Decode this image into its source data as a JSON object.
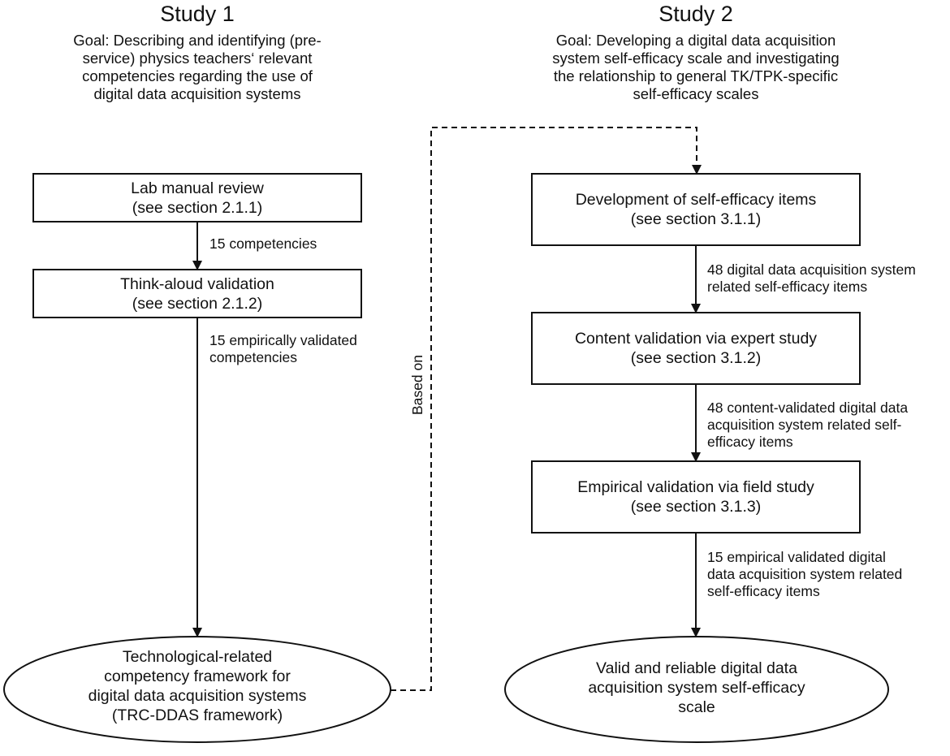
{
  "colors": {
    "background": "#ffffff",
    "text": "#111111",
    "line": "#111111"
  },
  "study1": {
    "title": "Study 1",
    "goal_lines": [
      "Goal: Describing and identifying (pre-",
      "service) physics teachers‘ relevant",
      "competencies regarding the use of",
      "digital data acquisition systems"
    ],
    "nodes": [
      {
        "shape": "rectangle",
        "lines": [
          "Lab manual review",
          "(see section 2.1.1)"
        ]
      },
      {
        "shape": "rectangle",
        "lines": [
          "Think-aloud validation",
          "(see section 2.1.2)"
        ]
      },
      {
        "shape": "ellipse",
        "lines": [
          "Technological-related",
          "competency framework for",
          "digital data acquisition systems",
          "(TRC-DDAS framework)"
        ]
      }
    ],
    "edge_labels": [
      [
        "15 competencies"
      ],
      [
        "15 empirically validated",
        "competencies"
      ]
    ]
  },
  "study2": {
    "title": "Study 2",
    "goal_lines": [
      "Goal: Developing a digital data acquisition",
      "system self-efficacy scale and investigating",
      "the relationship to general TK/TPK-specific",
      "self-efficacy scales"
    ],
    "nodes": [
      {
        "shape": "rectangle",
        "lines": [
          "Development of self-efficacy items",
          "(see section 3.1.1)"
        ]
      },
      {
        "shape": "rectangle",
        "lines": [
          "Content validation via expert study",
          "(see section 3.1.2)"
        ]
      },
      {
        "shape": "rectangle",
        "lines": [
          "Empirical validation via field study",
          "(see section 3.1.3)"
        ]
      },
      {
        "shape": "ellipse",
        "lines": [
          "Valid and reliable digital data",
          "acquisition system self-efficacy",
          "scale"
        ]
      }
    ],
    "edge_labels": [
      [
        "48 digital data acquisition system",
        "related self-efficacy items"
      ],
      [
        "48 content-validated digital data",
        "acquisition system related self-",
        "efficacy items"
      ],
      [
        "15 empirical validated digital",
        "data acquisition system related",
        "self-efficacy items"
      ]
    ]
  },
  "connector": {
    "label": "Based on",
    "style": "dashed"
  }
}
